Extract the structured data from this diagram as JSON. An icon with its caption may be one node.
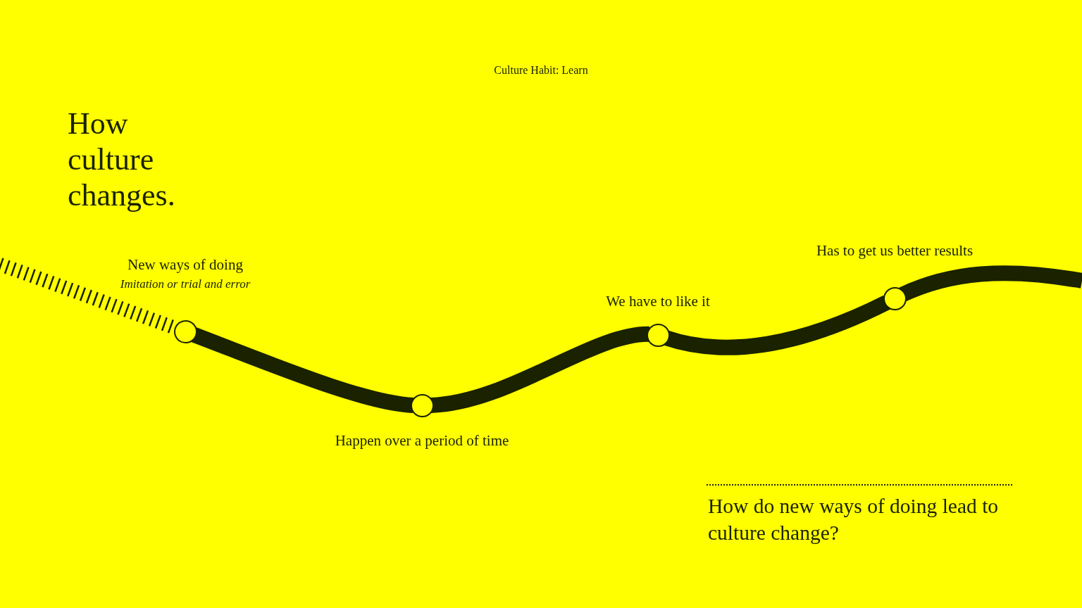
{
  "diagram": {
    "title": "How culture changes.",
    "nodes": [
      {
        "text": [],
        "shape": "circle",
        "beside": [
          "New ways of doing",
          "Imitation or trial and error"
        ]
      },
      {
        "text": [],
        "shape": "circle",
        "beside": [
          "Happen over a period of time"
        ]
      },
      {
        "text": [],
        "shape": "circle",
        "beside": [
          "We have to like it"
        ]
      },
      {
        "text": [],
        "shape": "circle",
        "beside": [
          "Has to get us better results"
        ]
      }
    ],
    "edges": [
      {
        "from": null,
        "to": 0,
        "arrow": "none",
        "style": "dashed"
      },
      {
        "from": 0,
        "to": 1,
        "arrow": "none"
      },
      {
        "from": 1,
        "to": 2,
        "arrow": "none"
      },
      {
        "from": 2,
        "to": 3,
        "arrow": "none"
      },
      {
        "from": 3,
        "to": null,
        "arrow": "none"
      }
    ],
    "labels": [
      "Culture Habit: Learn",
      "How do new ways of doing lead to culture change?"
    ]
  }
}
